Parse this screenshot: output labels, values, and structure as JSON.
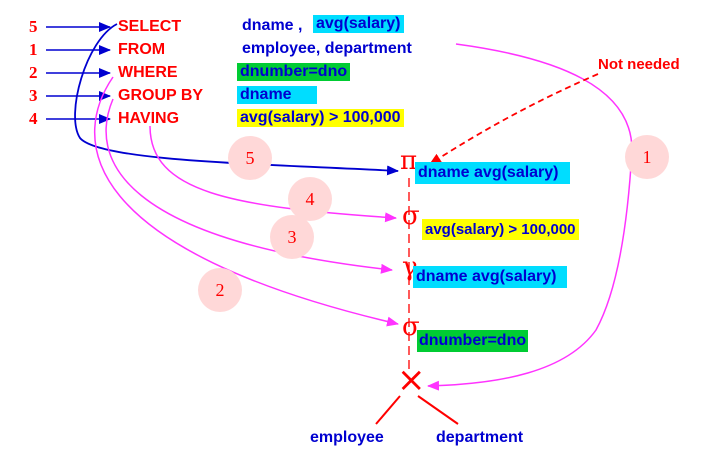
{
  "colors": {
    "red": "#ff0000",
    "blue": "#0000d0",
    "magenta": "#ff33ff",
    "cyan": "#00ddff",
    "green": "#00cc33",
    "yellow": "#ffff00",
    "circle": "#ffd8d8"
  },
  "sql": {
    "rows": [
      {
        "order": "5",
        "keyword": "SELECT"
      },
      {
        "order": "1",
        "keyword": "FROM"
      },
      {
        "order": "2",
        "keyword": "WHERE"
      },
      {
        "order": "3",
        "keyword": "GROUP BY"
      },
      {
        "order": "4",
        "keyword": "HAVING"
      }
    ],
    "select_plain": "dname ,",
    "select_highlight": "avg(salary)",
    "from_text": "employee, department",
    "where_text": "dnumber=dno",
    "groupby_text": "dname",
    "having_text": "avg(salary) > 100,000"
  },
  "annotation": {
    "not_needed": "Not needed"
  },
  "tree": {
    "pi_symbol": "π",
    "pi_label": "dname avg(salary)",
    "sigma_having_symbol": "σ",
    "sigma_having_label": "avg(salary) > 100,000",
    "gamma_symbol": "γ",
    "gamma_label": "dname avg(salary)",
    "sigma_where_symbol": "σ",
    "sigma_where_label": "dnumber=dno",
    "join_symbol": "×",
    "leaf_left": "employee",
    "leaf_right": "department"
  },
  "step_circles": [
    "5",
    "4",
    "3",
    "2",
    "1"
  ]
}
